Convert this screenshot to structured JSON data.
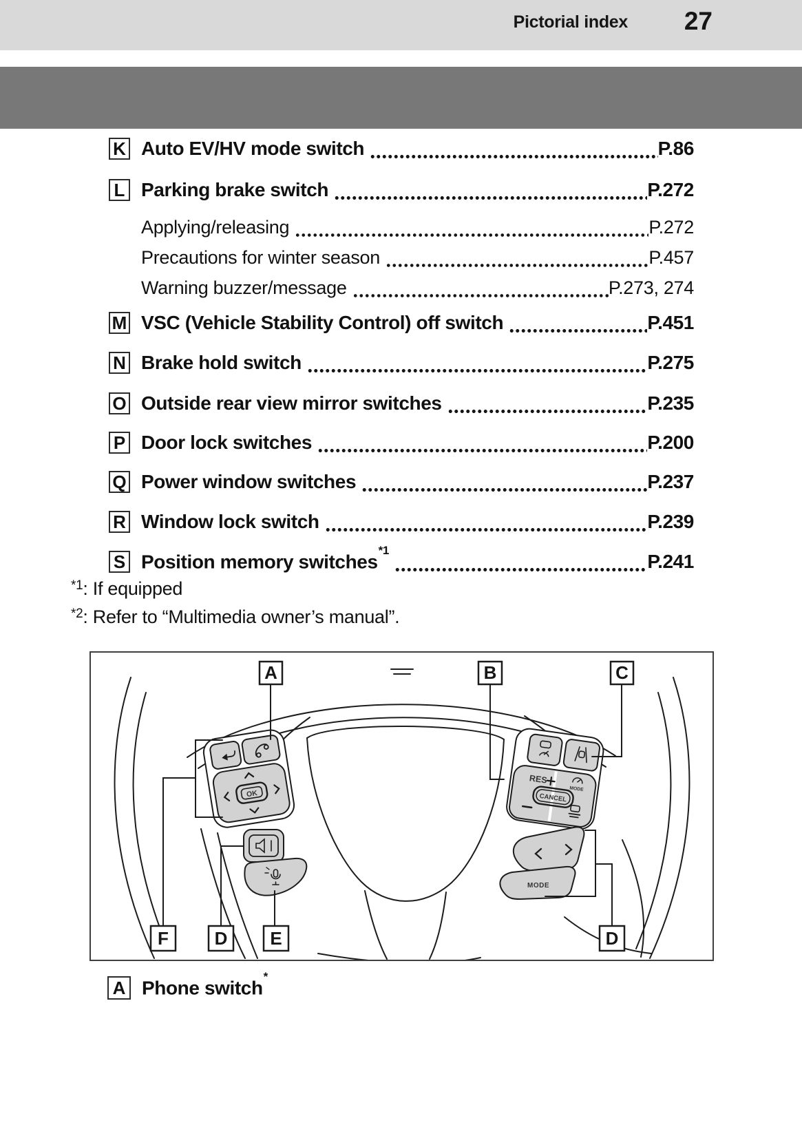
{
  "header": {
    "title": "Pictorial index",
    "page_number": "27"
  },
  "index": {
    "entries": [
      {
        "letter": "K",
        "label": "Auto EV/HV mode switch",
        "page": "P.86"
      },
      {
        "letter": "L",
        "label": "Parking brake switch",
        "page": "P.272"
      },
      {
        "letter": "M",
        "label": "VSC (Vehicle Stability Control) off switch",
        "page": "P.451"
      },
      {
        "letter": "N",
        "label": "Brake hold switch",
        "page": "P.275"
      },
      {
        "letter": "O",
        "label": "Outside rear view mirror switches",
        "page": "P.235"
      },
      {
        "letter": "P",
        "label": "Door lock switches",
        "page": "P.200"
      },
      {
        "letter": "Q",
        "label": "Power window switches",
        "page": "P.237"
      },
      {
        "letter": "R",
        "label": "Window lock switch",
        "page": "P.239"
      },
      {
        "letter": "S",
        "label": "Position memory switches",
        "sup": "*1",
        "page": "P.241"
      }
    ],
    "subentries": [
      {
        "label": "Applying/releasing",
        "page": "P.272"
      },
      {
        "label": "Precautions for winter season",
        "page": "P.457"
      },
      {
        "label": "Warning buzzer/message",
        "page": "P.273, 274"
      }
    ],
    "footnotes": [
      {
        "marker": "*1",
        "text": ": If equipped"
      },
      {
        "marker": "*2",
        "text": ": Refer to “Multimedia owner’s manual”."
      }
    ]
  },
  "diagram": {
    "callouts": {
      "a": "A",
      "b": "B",
      "c": "C",
      "f": "F",
      "d1": "D",
      "e": "E",
      "d2": "D"
    },
    "buttons": {
      "ok": "OK",
      "res": "RES",
      "cancel": "CANCEL",
      "mode_dial": "MODE",
      "mode": "MODE"
    }
  },
  "caption": {
    "letter": "A",
    "label": "Phone switch",
    "sup": "*"
  },
  "colors": {
    "band_light": "#d9d9d9",
    "band_dark": "#787878",
    "button_fill": "#d2d2d2",
    "line": "#1c1c1c"
  }
}
